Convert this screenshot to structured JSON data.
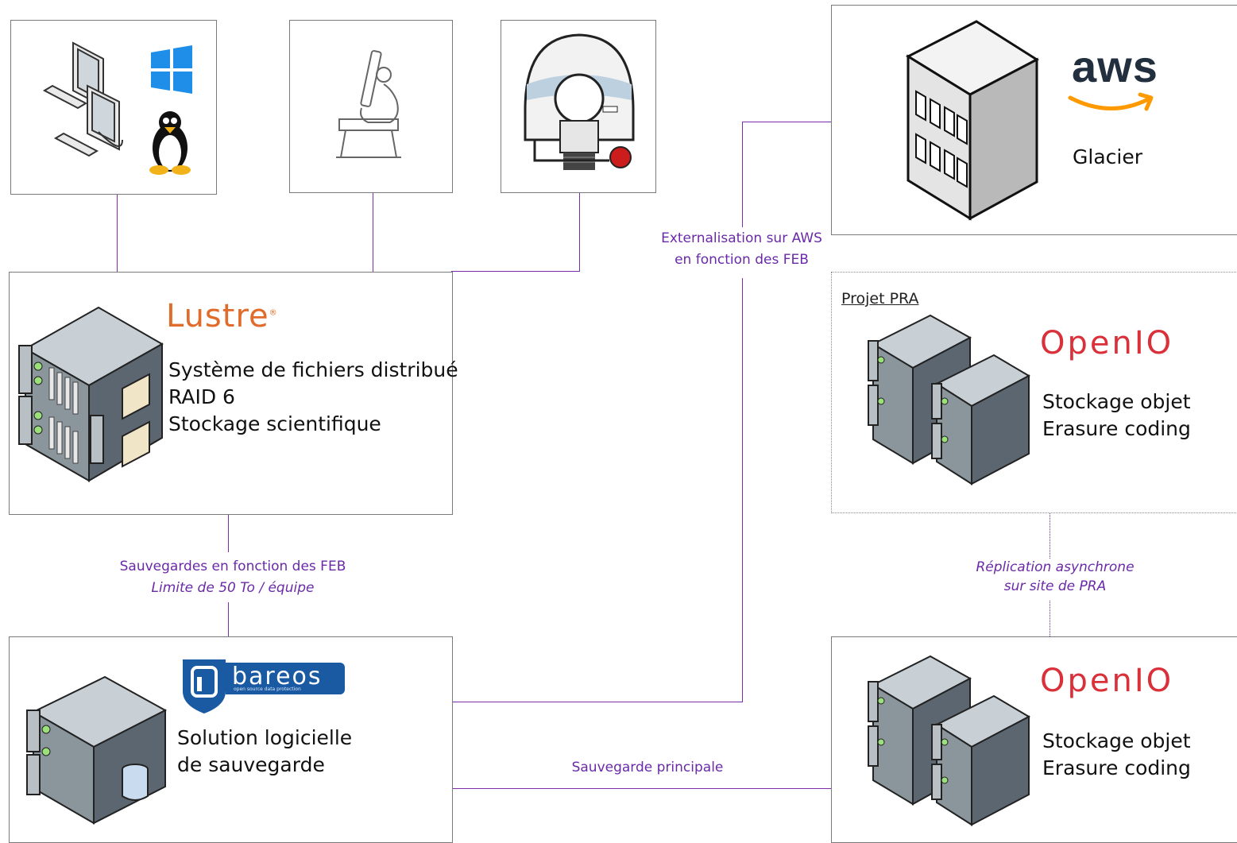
{
  "colors": {
    "connector": "#7b2ea8",
    "label": "#6a2aa8",
    "lustre": "#e06b2a",
    "openio": "#d9303a",
    "aws_dark": "#222f3e",
    "aws_orange": "#ff9900",
    "bareos": "#1a5aa3"
  },
  "sources": [
    {
      "icon": "workstations-windows-linux-icon"
    },
    {
      "icon": "microscope-icon"
    },
    {
      "icon": "mri-scanner-icon"
    }
  ],
  "lustre": {
    "logo": "Lustre",
    "logo_mark": "®",
    "lines": [
      "Système de fichiers distribué",
      "RAID 6",
      "Stockage scientifique"
    ],
    "icon": "server-rack-icon"
  },
  "aws": {
    "logo": "aws",
    "service": "Glacier",
    "icon": "datacenter-building-icon"
  },
  "pra": {
    "title": "Projet PRA",
    "logo": "OpenIO",
    "lines": [
      "Stockage objet",
      "Erasure coding"
    ],
    "icon": "server-cluster-icon"
  },
  "openio_main": {
    "logo": "OpenIO",
    "lines": [
      "Stockage objet",
      "Erasure coding"
    ],
    "icon": "server-cluster-icon"
  },
  "bareos": {
    "logo": "bareos",
    "tagline": "open source data protection",
    "lines": [
      "Solution logicielle",
      "de sauvegarde"
    ],
    "icon": "backup-server-icon"
  },
  "edges": {
    "externalisation": [
      "Externalisation sur AWS",
      "en fonction des FEB"
    ],
    "sauvegardes": {
      "line1": "Sauvegardes en fonction des FEB",
      "line2": "Limite de 50 To / équipe"
    },
    "replication": [
      "Réplication asynchrone",
      "sur site de PRA"
    ],
    "principale": "Sauvegarde principale"
  }
}
